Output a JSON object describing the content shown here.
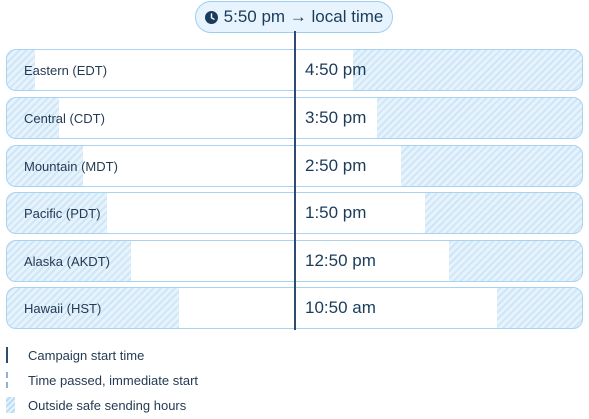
{
  "header": {
    "icon": "clock-icon",
    "label": "5:50 pm → local time"
  },
  "rows": [
    {
      "zone": "Eastern (EDT)",
      "time": "4:50 pm"
    },
    {
      "zone": "Central (CDT)",
      "time": "3:50 pm"
    },
    {
      "zone": "Mountain (MDT)",
      "time": "2:50 pm"
    },
    {
      "zone": "Pacific (PDT)",
      "time": "1:50 pm"
    },
    {
      "zone": "Alaska (AKDT)",
      "time": "12:50 pm"
    },
    {
      "zone": "Hawaii (HST)",
      "time": "10:50 am"
    }
  ],
  "legend": [
    {
      "label": "Campaign start time",
      "icon": "solid-line-marker"
    },
    {
      "label": "Time passed, immediate start",
      "icon": "dashed-line-marker"
    },
    {
      "label": "Outside safe sending hours",
      "icon": "hatched-swatch"
    }
  ],
  "colors": {
    "accent": "#2e4d6e",
    "pill_background": "#e8f4fd",
    "row_border": "#a9d3f2",
    "hatch_light": "#e6f3fc",
    "hatch_dark": "#cfe6f7"
  }
}
